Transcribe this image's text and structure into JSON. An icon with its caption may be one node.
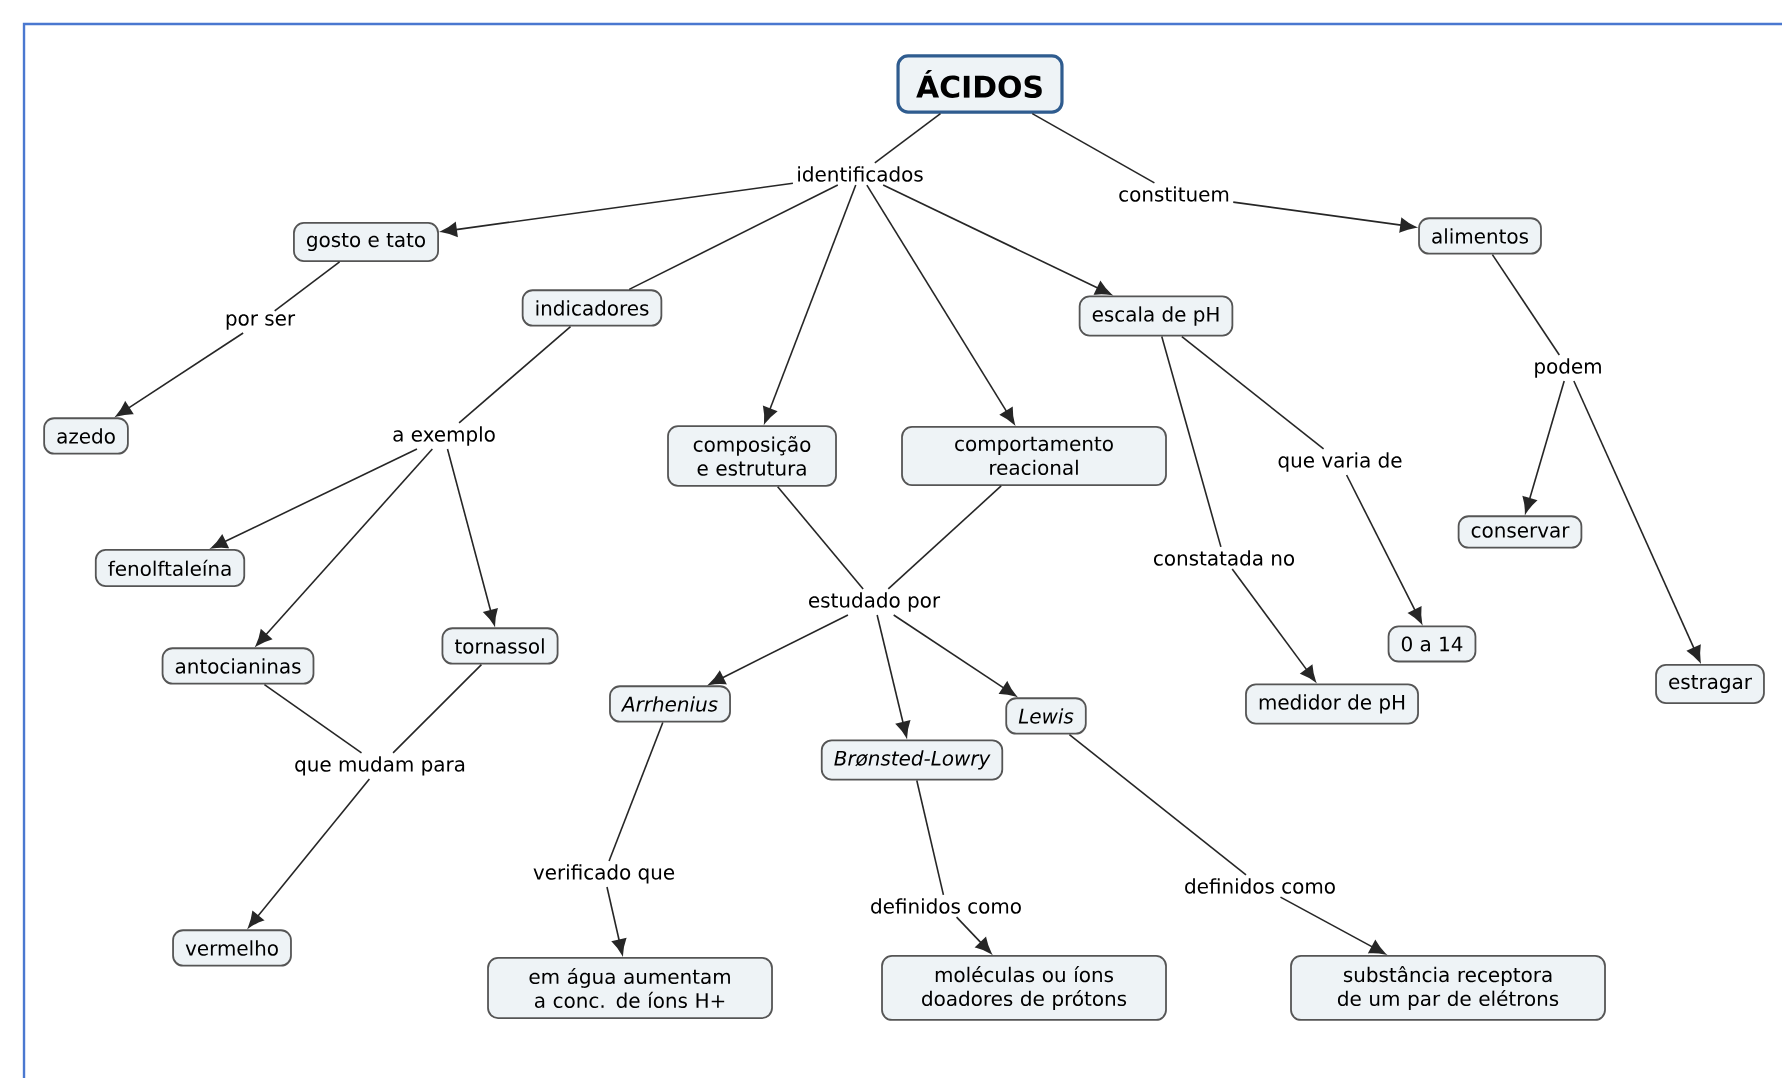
{
  "diagram": {
    "nodes": [
      {
        "text": [
          "ÁCIDOS"
        ]
      },
      {
        "text": [
          "identificados"
        ]
      },
      {
        "text": [
          "constituem"
        ]
      },
      {
        "text": [
          "gosto e tato"
        ]
      },
      {
        "text": [
          "indicadores"
        ]
      },
      {
        "text": [
          "escala de pH"
        ]
      },
      {
        "text": [
          "alimentos"
        ]
      },
      {
        "text": [
          "por ser"
        ]
      },
      {
        "text": [
          "azedo"
        ]
      },
      {
        "text": [
          "a exemplo"
        ]
      },
      {
        "text": [
          "composição e estrutura"
        ]
      },
      {
        "text": [
          "comportamento reacional"
        ]
      },
      {
        "text": [
          "que varia de"
        ]
      },
      {
        "text": [
          "podem"
        ]
      },
      {
        "text": [
          "conservar"
        ]
      },
      {
        "text": [
          "fenolftaleína"
        ]
      },
      {
        "text": [
          "antocianinas"
        ]
      },
      {
        "text": [
          "tornassol"
        ]
      },
      {
        "text": [
          "estudado por"
        ]
      },
      {
        "text": [
          "constatada no"
        ]
      },
      {
        "text": [
          "0 a 14"
        ]
      },
      {
        "text": [
          "estragar"
        ]
      },
      {
        "text": [
          "Arrhenius"
        ]
      },
      {
        "text": [
          "Brønsted-Lowry"
        ]
      },
      {
        "text": [
          "Lewis"
        ]
      },
      {
        "text": [
          "medidor de pH"
        ]
      },
      {
        "text": [
          "que mudam para"
        ]
      },
      {
        "text": [
          "verificado que"
        ]
      },
      {
        "text": [
          "definidos como"
        ]
      },
      {
        "text": [
          "definidos como"
        ]
      },
      {
        "text": [
          "vermelho"
        ]
      },
      {
        "text": [
          "em água aumentam a conc. de íons H+"
        ]
      },
      {
        "text": [
          "moléculas ou íons doadores de prótons"
        ]
      },
      {
        "text": [
          "substância receptora de um par de elétrons"
        ]
      }
    ],
    "edges": [
      {
        "from": 0,
        "to": 1,
        "arrow": "none"
      },
      {
        "from": 0,
        "to": 2,
        "arrow": "none"
      },
      {
        "from": 1,
        "to": 3,
        "arrow": "to"
      },
      {
        "from": 1,
        "to": 4,
        "arrow": "none"
      },
      {
        "from": 1,
        "to": 10,
        "arrow": "to"
      },
      {
        "from": 1,
        "to": 11,
        "arrow": "to"
      },
      {
        "from": 1,
        "to": 5,
        "arrow": "to"
      },
      {
        "from": 2,
        "to": 6,
        "arrow": "to"
      },
      {
        "from": 3,
        "to": 7,
        "arrow": "none"
      },
      {
        "from": 7,
        "to": 8,
        "arrow": "to"
      },
      {
        "from": 4,
        "to": 9,
        "arrow": "none"
      },
      {
        "from": 9,
        "to": 15,
        "arrow": "to"
      },
      {
        "from": 9,
        "to": 16,
        "arrow": "to"
      },
      {
        "from": 9,
        "to": 17,
        "arrow": "to"
      },
      {
        "from": 10,
        "to": 18,
        "arrow": "none"
      },
      {
        "from": 11,
        "to": 18,
        "arrow": "none"
      },
      {
        "from": 18,
        "to": 22,
        "arrow": "to"
      },
      {
        "from": 18,
        "to": 23,
        "arrow": "to"
      },
      {
        "from": 18,
        "to": 24,
        "arrow": "to"
      },
      {
        "from": 5,
        "to": 12,
        "arrow": "none"
      },
      {
        "from": 12,
        "to": 20,
        "arrow": "to"
      },
      {
        "from": 5,
        "to": 19,
        "arrow": "none"
      },
      {
        "from": 19,
        "to": 25,
        "arrow": "to"
      },
      {
        "from": 6,
        "to": 13,
        "arrow": "none"
      },
      {
        "from": 13,
        "to": 14,
        "arrow": "to"
      },
      {
        "from": 13,
        "to": 21,
        "arrow": "to"
      },
      {
        "from": 16,
        "to": 26,
        "arrow": "none"
      },
      {
        "from": 17,
        "to": 26,
        "arrow": "none"
      },
      {
        "from": 26,
        "to": 30,
        "arrow": "to"
      },
      {
        "from": 22,
        "to": 27,
        "arrow": "none"
      },
      {
        "from": 27,
        "to": 31,
        "arrow": "to"
      },
      {
        "from": 23,
        "to": 28,
        "arrow": "none"
      },
      {
        "from": 28,
        "to": 32,
        "arrow": "to"
      },
      {
        "from": 24,
        "to": 29,
        "arrow": "none"
      },
      {
        "from": 29,
        "to": 33,
        "arrow": "to"
      }
    ]
  }
}
